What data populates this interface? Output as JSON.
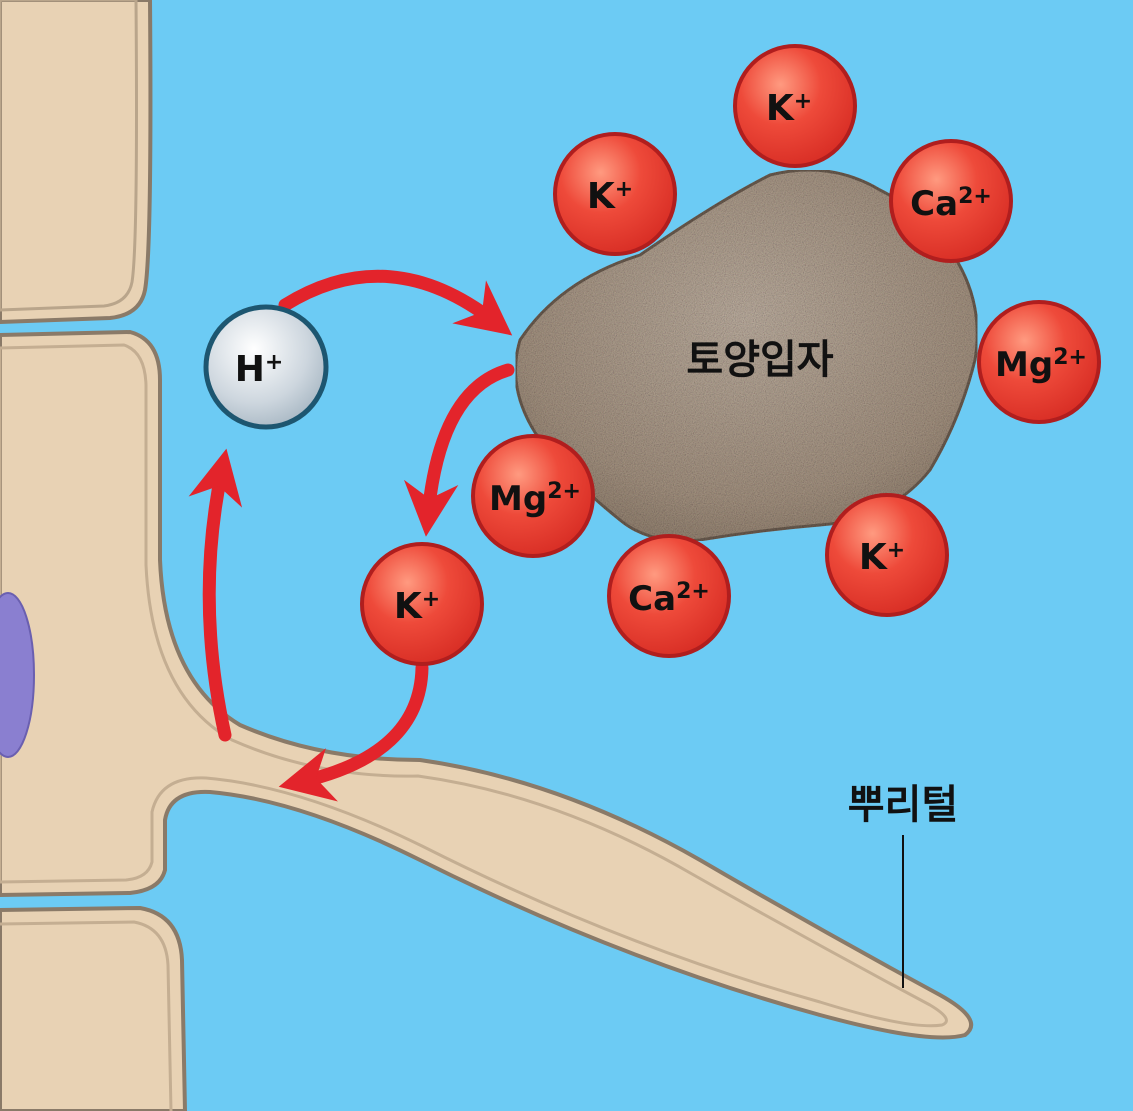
{
  "diagram": {
    "particle_label": "토양입자",
    "root_hair_label": "뿌리털",
    "hydrogen_ion": {
      "symbol": "H",
      "charge": "+"
    },
    "ions": [
      {
        "id": "k-top",
        "symbol": "K",
        "charge": "+"
      },
      {
        "id": "k-left",
        "symbol": "K",
        "charge": "+"
      },
      {
        "id": "ca-top-right",
        "symbol": "Ca",
        "charge": "2+"
      },
      {
        "id": "mg-right",
        "symbol": "Mg",
        "charge": "2+"
      },
      {
        "id": "mg-lower-left",
        "symbol": "Mg",
        "charge": "2+"
      },
      {
        "id": "ca-bottom",
        "symbol": "Ca",
        "charge": "2+"
      },
      {
        "id": "k-bottom-right",
        "symbol": "K",
        "charge": "+"
      },
      {
        "id": "k-released",
        "symbol": "K",
        "charge": "+"
      }
    ],
    "colors": {
      "water": "#6ccbf4",
      "root_cell": "#e8d2b4",
      "root_cell_outline": "#8a7a68",
      "soil_particle": "#a8978a",
      "cation": "#e8473d",
      "cation_outline": "#b01e1e",
      "hydrogen_ion": "#c9d3dc",
      "hydrogen_outline": "#1d5670",
      "arrow": "#e3242b",
      "nucleus": "#8a7fd0"
    }
  }
}
